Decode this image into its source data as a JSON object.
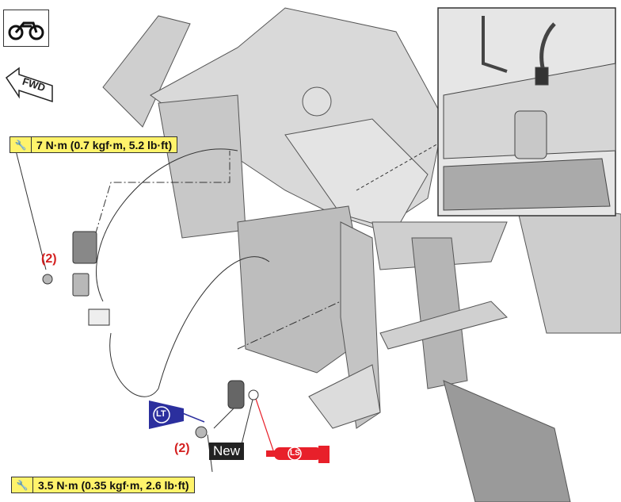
{
  "icons": {
    "vehicle": "motorcycle-icon",
    "forward": "fwd-arrow-icon",
    "torque": "torque-wrench-icon",
    "locktite": "lt-icon",
    "lithium_grease": "ls-icon"
  },
  "fwd_label": "FWD",
  "torque_upper": "7 N·m (0.7 kgf·m, 5.2 lb·ft)",
  "torque_lower": "3.5 N·m (0.35 kgf·m, 2.6 lb·ft)",
  "qty_upper": "(2)",
  "qty_lower": "(2)",
  "lt_label": "LT",
  "ls_label": "LS",
  "new_label": "New",
  "colors": {
    "torque_bg": "#fff36b",
    "qty": "#d42020",
    "lt": "#2b2f9e",
    "ls": "#e8202a"
  }
}
